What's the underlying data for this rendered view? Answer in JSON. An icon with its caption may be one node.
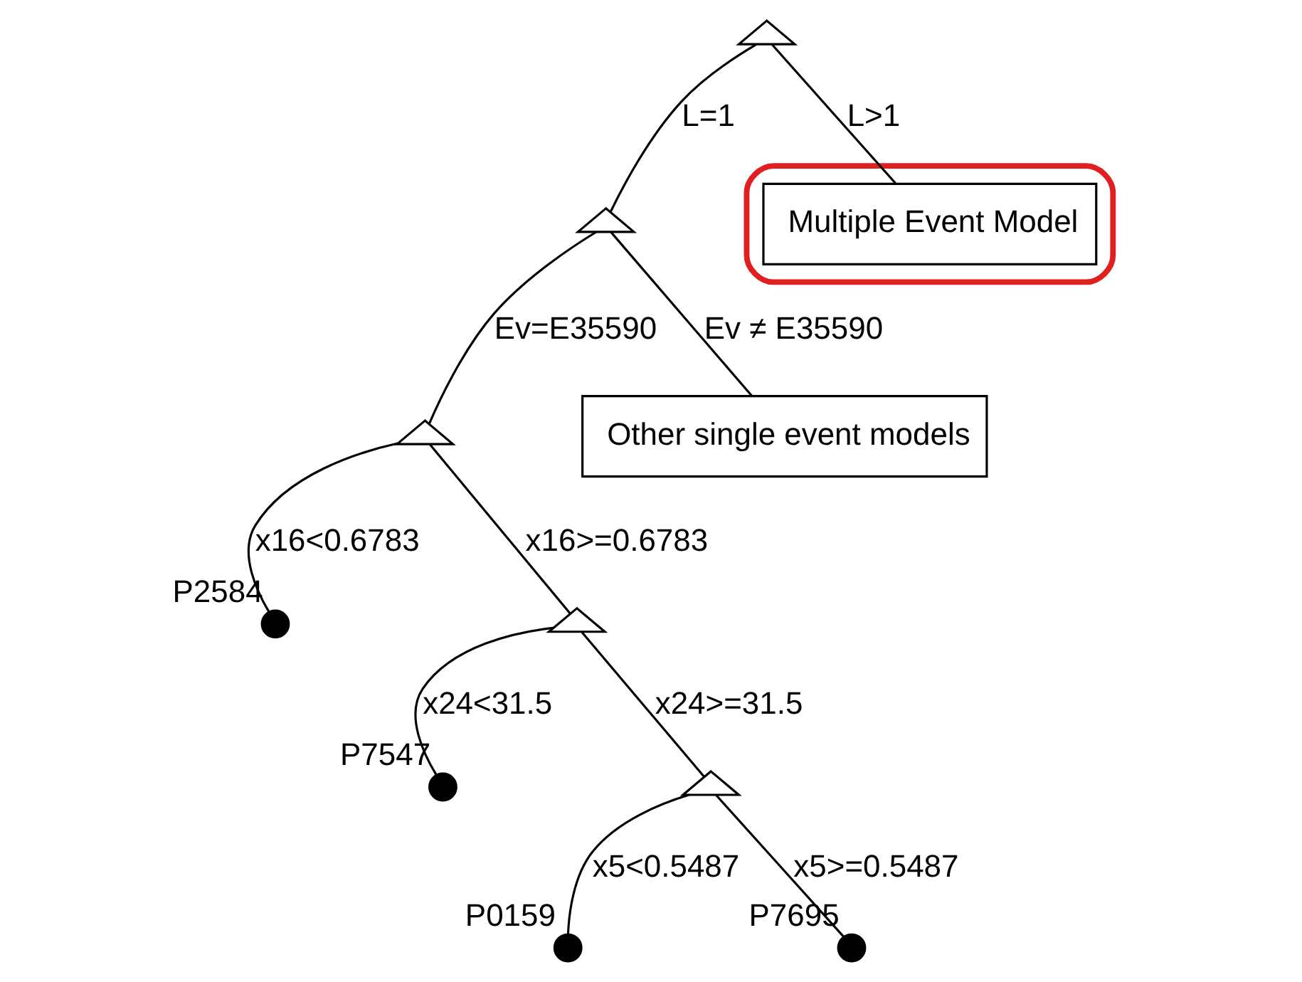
{
  "diagram": {
    "nodes": [
      {
        "text": [],
        "shape": "triangle"
      },
      {
        "text": [],
        "shape": "triangle"
      },
      {
        "text": [],
        "shape": "ellipse"
      },
      {
        "text": [
          "Multiple Event Model"
        ],
        "in": 2
      },
      {
        "text": [],
        "shape": "triangle"
      },
      {
        "text": [
          "Other single event models"
        ]
      },
      {
        "text": [],
        "shape": "circle",
        "beside": [
          "P2584"
        ]
      },
      {
        "text": [],
        "shape": "triangle"
      },
      {
        "text": [],
        "shape": "circle",
        "beside": [
          "P7547"
        ]
      },
      {
        "text": [],
        "shape": "triangle"
      },
      {
        "text": [],
        "shape": "circle",
        "beside": [
          "P0159"
        ]
      },
      {
        "text": [],
        "shape": "circle",
        "beside": [
          "P7695"
        ]
      }
    ],
    "edges": [
      {
        "from": 0,
        "to": 1,
        "arrow": "none",
        "label": "L=1"
      },
      {
        "from": 0,
        "to": 3,
        "arrow": "none",
        "label": "L>1"
      },
      {
        "from": 1,
        "to": 4,
        "arrow": "none",
        "label": "Ev=E35590"
      },
      {
        "from": 1,
        "to": 5,
        "arrow": "none",
        "label": "Ev ≠ E35590"
      },
      {
        "from": 4,
        "to": 6,
        "arrow": "none",
        "label": "x16<0.6783"
      },
      {
        "from": 4,
        "to": 7,
        "arrow": "none",
        "label": "x16>=0.6783"
      },
      {
        "from": 7,
        "to": 8,
        "arrow": "none",
        "label": "x24<31.5"
      },
      {
        "from": 7,
        "to": 9,
        "arrow": "none",
        "label": "x24>=31.5"
      },
      {
        "from": 9,
        "to": 10,
        "arrow": "none",
        "label": "x5<0.5487"
      },
      {
        "from": 9,
        "to": 11,
        "arrow": "none",
        "label": "x5>=0.5487"
      }
    ]
  }
}
